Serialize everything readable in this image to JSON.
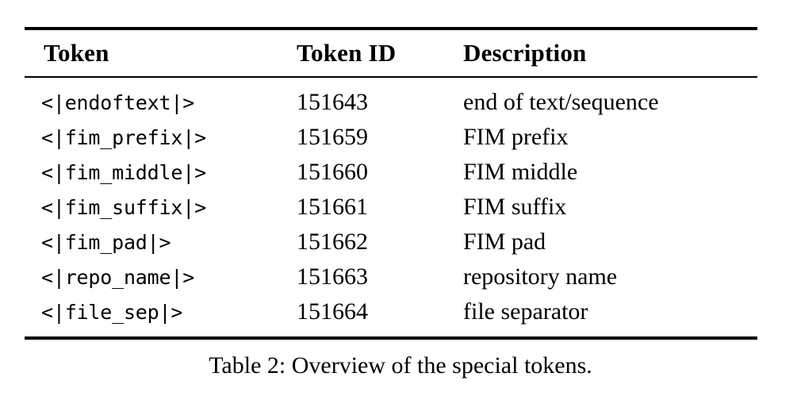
{
  "table": {
    "columns": [
      "Token",
      "Token ID",
      "Description"
    ],
    "rows": [
      {
        "token": "<|endoftext|>",
        "id": "151643",
        "description": "end of text/sequence"
      },
      {
        "token": "<|fim_prefix|>",
        "id": "151659",
        "description": "FIM prefix"
      },
      {
        "token": "<|fim_middle|>",
        "id": "151660",
        "description": "FIM middle"
      },
      {
        "token": "<|fim_suffix|>",
        "id": "151661",
        "description": "FIM suffix"
      },
      {
        "token": "<|fim_pad|>",
        "id": "151662",
        "description": "FIM pad"
      },
      {
        "token": "<|repo_name|>",
        "id": "151663",
        "description": "repository name"
      },
      {
        "token": "<|file_sep|>",
        "id": "151664",
        "description": "file separator"
      }
    ]
  },
  "caption": {
    "text": "Table 2: Overview of the special tokens."
  },
  "colors": {
    "rule": "#000000",
    "text": "#000000",
    "background": "#ffffff"
  }
}
